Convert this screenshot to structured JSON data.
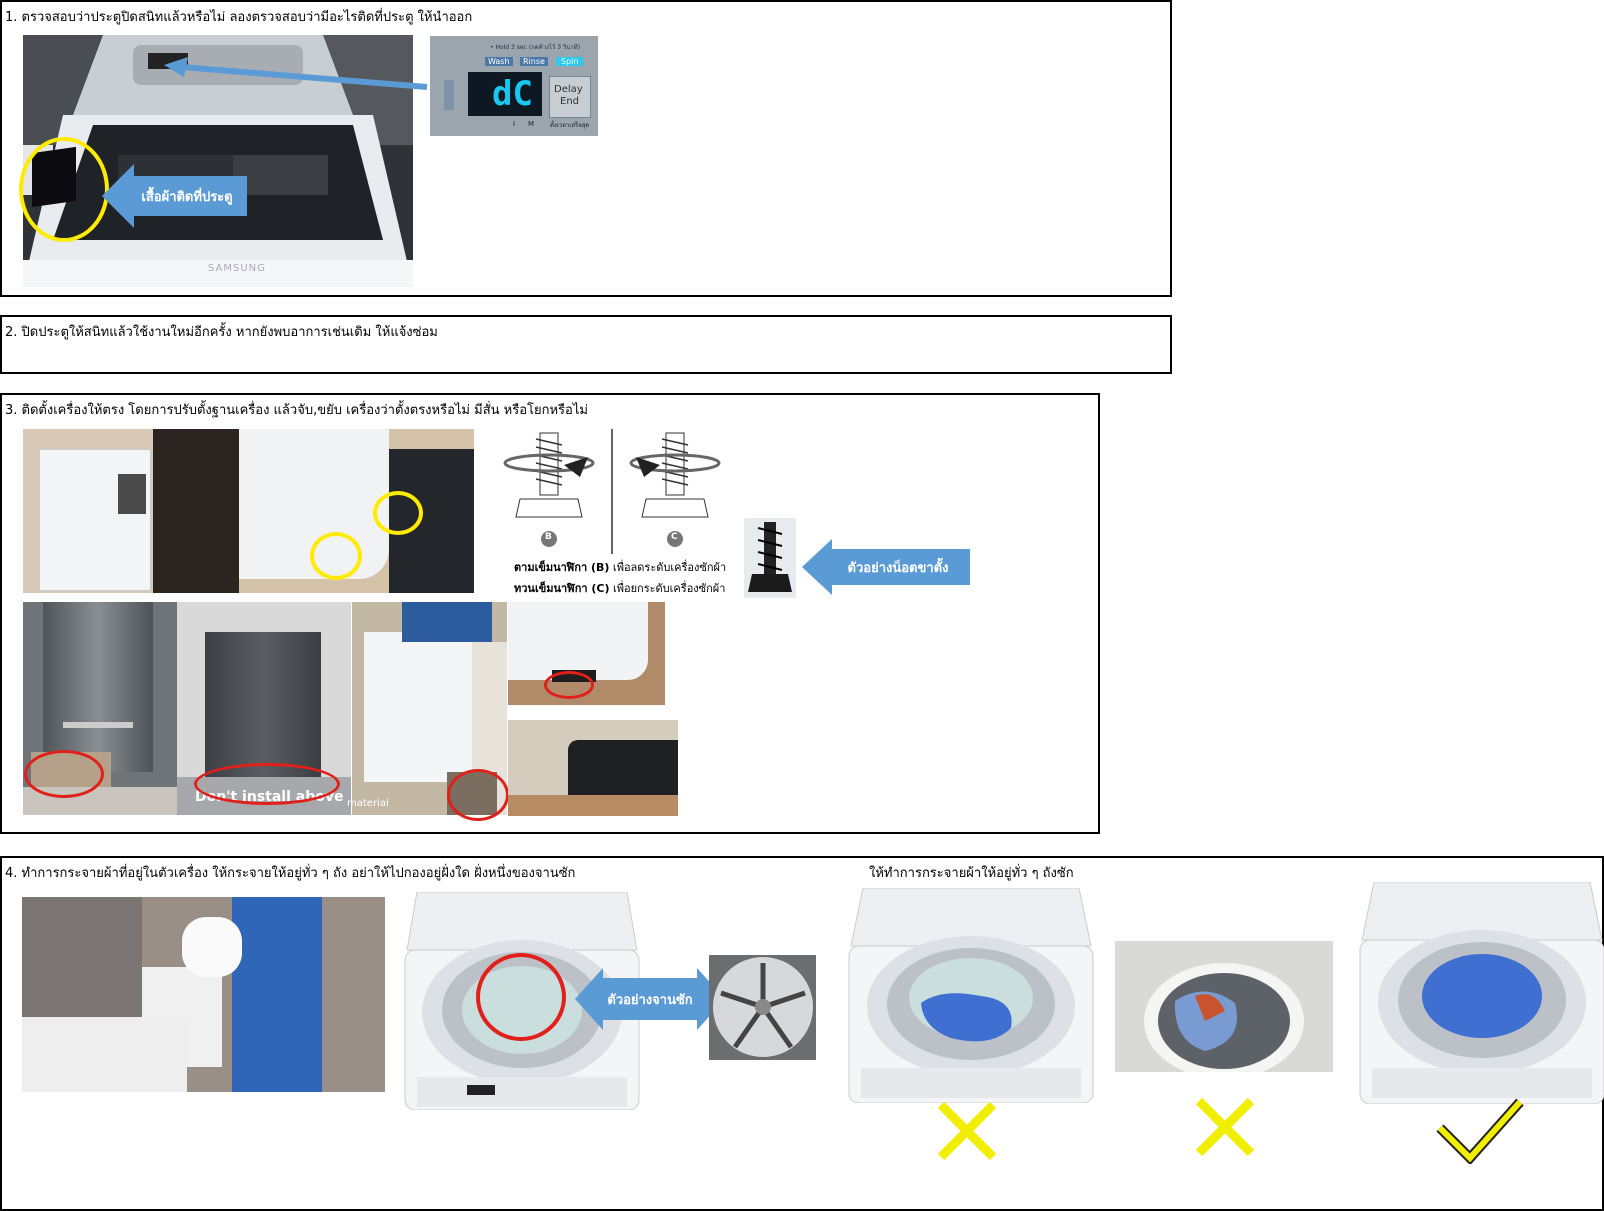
{
  "step1": {
    "title": "1. ตรวจสอบว่าประตูปิดสนิทแล้วหรือไม่ ลองตรวจสอบว่ามีอะไรติดที่ประตู ให้นำออก",
    "arrow_label": "เสื้อผ้าติดที่ประตู",
    "photo_brand": "SAMSUNG",
    "panel": {
      "hold_text": "• Hold 3 sec (กดค้างไว้ 3 วินาที)",
      "btn_wash": "Wash",
      "btn_rinse": "Rinse",
      "btn_spin": "Spin",
      "error_code": "dC",
      "delay_line1": "Delay",
      "delay_line2": "End",
      "unit_h": "I",
      "unit_m": "M",
      "footer": "ตั้งเวลาเสร็จสุด"
    }
  },
  "step2": {
    "title": "2. ปิดประตูให้สนิทแล้วใช้งานใหม่อีกครั้ง  หากยังพบอาการเช่นเดิม ให้แจ้งซ่อม"
  },
  "step3": {
    "title": "3. ติดตั้งเครื่องให้ตรง โดยการปรับตั้งฐานเครื่อง แล้วจับ,ขยับ เครื่องว่าตั้งตรงหรือไม่ มีสั่น หรือโยกหรือไม่",
    "screw_label_b": "B",
    "screw_label_c": "C",
    "caption_line1_bold": "ตามเข็มนาฬิกา (B)",
    "caption_line1_rest": " เพื่อลดระดับเครื่องซักผ้า",
    "caption_line2_bold": "ทวนเข็มนาฬิกา (C)",
    "caption_line2_rest": " เพื่อยกระดับเครื่องซักผ้า",
    "arrow_label": "ตัวอย่างน็อตขาตั้ง",
    "photo_text_dont": "Don't install above",
    "photo_text_material": "material"
  },
  "step4": {
    "title": "4. ทำการกระจายผ้าที่อยู่ในตัวเครื่อง ให้กระจายให้อยู่ทั่ว ๆ ถัง อย่าให้ไปกองอยู่ฝั่งใด ฝั่งหนึ่งของจานซัก",
    "subtitle": "ให้ทำการกระจายผ้าให้อยู่ทั่ว ๆ ถังซัก",
    "arrow_label": "ตัวอย่างจานซัก"
  },
  "colors": {
    "arrow_blue": "#5b9bd5",
    "highlight_yellow": "#ffeb00",
    "highlight_red": "#e0201b",
    "display_cyan": "#19c8f0",
    "laundry_blue": "#3f6fd1"
  }
}
